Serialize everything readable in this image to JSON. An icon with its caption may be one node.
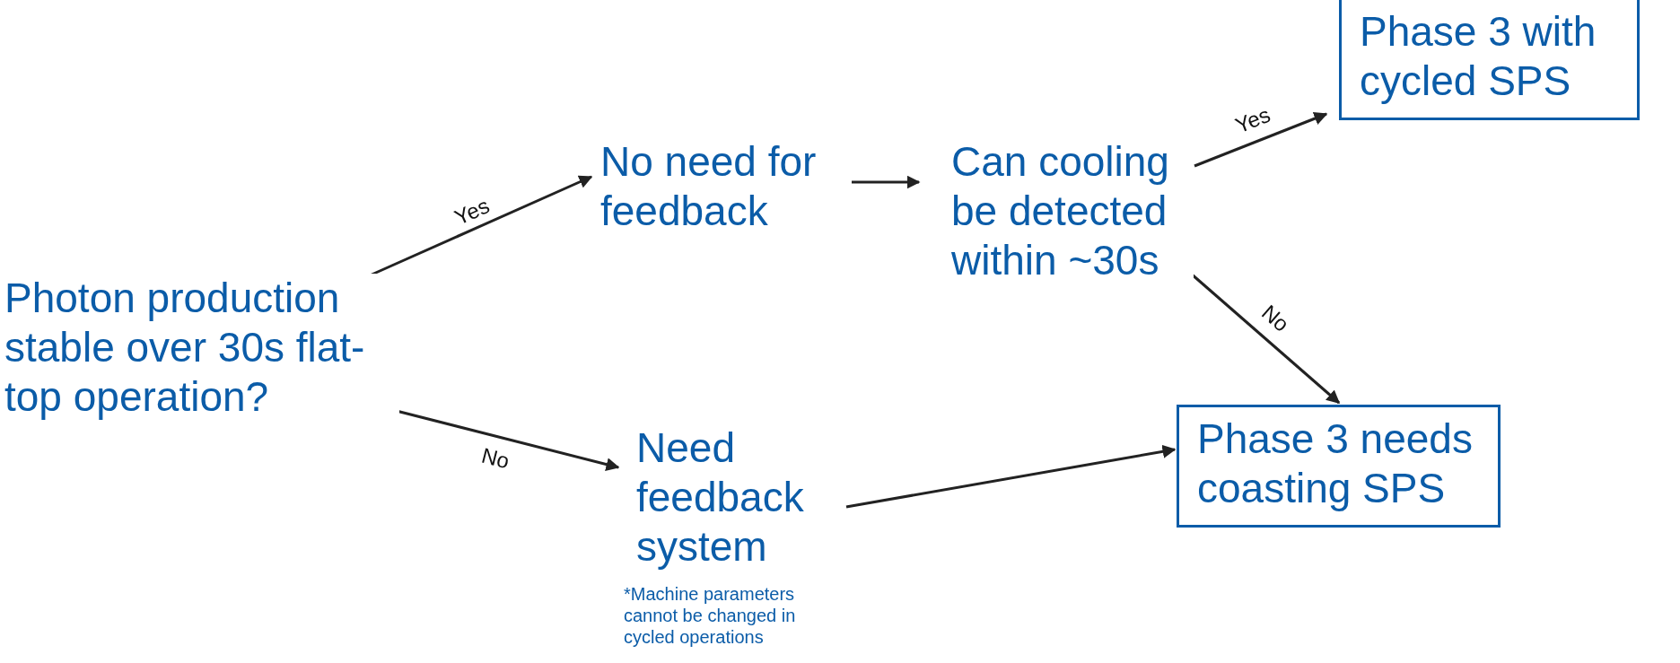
{
  "diagram": {
    "nodes": [
      {
        "text": [
          "Photon production stable over 30s flat-top operation?"
        ]
      },
      {
        "text": [
          "No need for feedback"
        ]
      },
      {
        "text": [
          "Can cooling be detected within ~30s"
        ]
      },
      {
        "text": [
          "Phase 3 with cycled SPS"
        ]
      },
      {
        "text": [
          "Need feedback system"
        ],
        "beside": [
          "*Machine parameters cannot be changed in cycled operations"
        ]
      },
      {
        "text": [
          "Phase 3 needs coasting SPS"
        ]
      }
    ],
    "edges": [
      {
        "from": 0,
        "to": 1,
        "arrow": "to",
        "label": "Yes"
      },
      {
        "from": 0,
        "to": 4,
        "arrow": "to",
        "label": "No"
      },
      {
        "from": 1,
        "to": 2,
        "arrow": "to"
      },
      {
        "from": 2,
        "to": 3,
        "arrow": "to",
        "label": "Yes"
      },
      {
        "from": 2,
        "to": 5,
        "arrow": "to",
        "label": "No"
      },
      {
        "from": 4,
        "to": 5,
        "arrow": "to"
      }
    ]
  }
}
